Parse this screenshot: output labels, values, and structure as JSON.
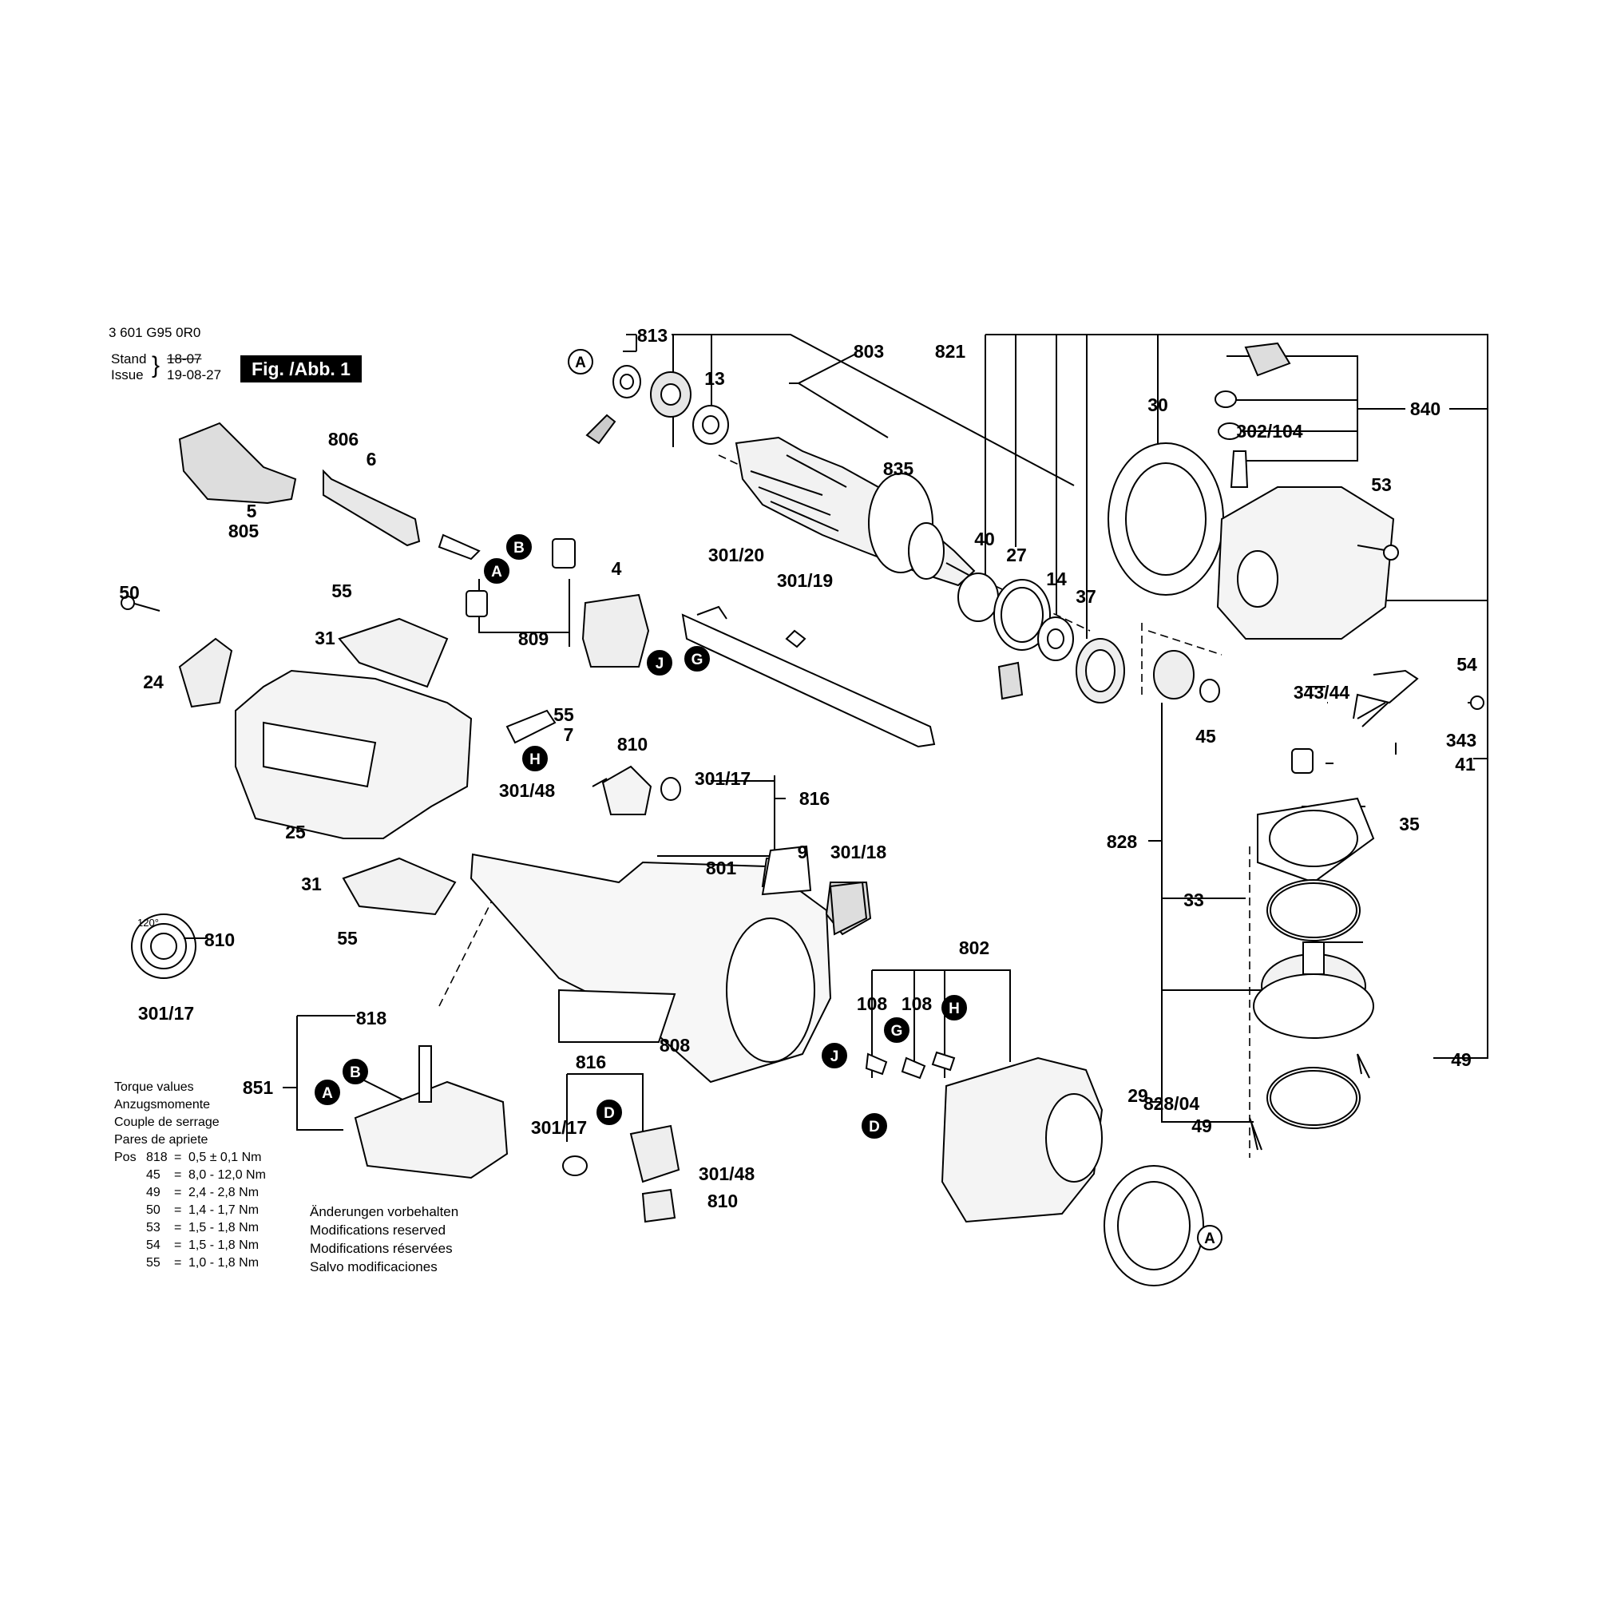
{
  "header": {
    "drawing_number": "3 601 G95 0R0",
    "stand_label": "Stand",
    "issue_label": "Issue",
    "stand_date": "18-07",
    "issue_date": "19-08-27",
    "figure_label": "Fig. /Abb. 1"
  },
  "torque": {
    "titles": [
      "Torque values",
      "Anzugsmomente",
      "Couple de serrage",
      "Pares de apriete"
    ],
    "pos_label": "Pos",
    "rows": [
      {
        "pos": "818",
        "value": "0,5 ± 0,1 Nm"
      },
      {
        "pos": "45",
        "value": "8,0 - 12,0 Nm"
      },
      {
        "pos": "49",
        "value": "2,4 - 2,8 Nm"
      },
      {
        "pos": "50",
        "value": "1,4 - 1,7 Nm"
      },
      {
        "pos": "53",
        "value": "1,5 - 1,8 Nm"
      },
      {
        "pos": "54",
        "value": "1,5 - 1,8 Nm"
      },
      {
        "pos": "55",
        "value": "1,0 - 1,8 Nm"
      }
    ]
  },
  "modifications": [
    "Änderungen vorbehalten",
    "Modifications reserved",
    "Modifications réservées",
    "Salvo modificaciones"
  ],
  "angle_label": "120°",
  "part_labels": [
    {
      "id": "813",
      "text": "813"
    },
    {
      "id": "13",
      "text": "13"
    },
    {
      "id": "803",
      "text": "803"
    },
    {
      "id": "835",
      "text": "835"
    },
    {
      "id": "821",
      "text": "821"
    },
    {
      "id": "30",
      "text": "30"
    },
    {
      "id": "302_104",
      "text": "302/104"
    },
    {
      "id": "840",
      "text": "840"
    },
    {
      "id": "53",
      "text": "53"
    },
    {
      "id": "40",
      "text": "40"
    },
    {
      "id": "27",
      "text": "27"
    },
    {
      "id": "14",
      "text": "14"
    },
    {
      "id": "37",
      "text": "37"
    },
    {
      "id": "806",
      "text": "806"
    },
    {
      "id": "6",
      "text": "6"
    },
    {
      "id": "5",
      "text": "5"
    },
    {
      "id": "805",
      "text": "805"
    },
    {
      "id": "4",
      "text": "4"
    },
    {
      "id": "301_20",
      "text": "301/20"
    },
    {
      "id": "301_19",
      "text": "301/19"
    },
    {
      "id": "50",
      "text": "50"
    },
    {
      "id": "55_a",
      "text": "55"
    },
    {
      "id": "31_a",
      "text": "31"
    },
    {
      "id": "24",
      "text": "24"
    },
    {
      "id": "809",
      "text": "809"
    },
    {
      "id": "54",
      "text": "54"
    },
    {
      "id": "343_44",
      "text": "343/44"
    },
    {
      "id": "45",
      "text": "45"
    },
    {
      "id": "343",
      "text": "343"
    },
    {
      "id": "41",
      "text": "41"
    },
    {
      "id": "55_b",
      "text": "55"
    },
    {
      "id": "7",
      "text": "7"
    },
    {
      "id": "810_a",
      "text": "810"
    },
    {
      "id": "301_48_a",
      "text": "301/48"
    },
    {
      "id": "301_17_a",
      "text": "301/17"
    },
    {
      "id": "816_a",
      "text": "816"
    },
    {
      "id": "25",
      "text": "25"
    },
    {
      "id": "35",
      "text": "35"
    },
    {
      "id": "828",
      "text": "828"
    },
    {
      "id": "9",
      "text": "9"
    },
    {
      "id": "301_18",
      "text": "301/18"
    },
    {
      "id": "801",
      "text": "801"
    },
    {
      "id": "31_b",
      "text": "31"
    },
    {
      "id": "33",
      "text": "33"
    },
    {
      "id": "810_b",
      "text": "810"
    },
    {
      "id": "55_c",
      "text": "55"
    },
    {
      "id": "301_17_b",
      "text": "301/17"
    },
    {
      "id": "802",
      "text": "802"
    },
    {
      "id": "818",
      "text": "818"
    },
    {
      "id": "108_a",
      "text": "108"
    },
    {
      "id": "108_b",
      "text": "108"
    },
    {
      "id": "816_b",
      "text": "816"
    },
    {
      "id": "808",
      "text": "808"
    },
    {
      "id": "49_a",
      "text": "49"
    },
    {
      "id": "851",
      "text": "851"
    },
    {
      "id": "29",
      "text": "29"
    },
    {
      "id": "828_04",
      "text": "828/04"
    },
    {
      "id": "49_b",
      "text": "49"
    },
    {
      "id": "301_17_c",
      "text": "301/17"
    },
    {
      "id": "301_48_b",
      "text": "301/48"
    },
    {
      "id": "810_c",
      "text": "810"
    }
  ],
  "markers": [
    {
      "id": "A1",
      "letter": "A",
      "style": "outline"
    },
    {
      "id": "B1",
      "letter": "B",
      "style": "filled"
    },
    {
      "id": "A2",
      "letter": "A",
      "style": "filled"
    },
    {
      "id": "J1",
      "letter": "J",
      "style": "filled"
    },
    {
      "id": "G1",
      "letter": "G",
      "style": "filled"
    },
    {
      "id": "H1",
      "letter": "H",
      "style": "filled"
    },
    {
      "id": "B2",
      "letter": "B",
      "style": "filled"
    },
    {
      "id": "A3",
      "letter": "A",
      "style": "filled"
    },
    {
      "id": "D1",
      "letter": "D",
      "style": "filled"
    },
    {
      "id": "H2",
      "letter": "H",
      "style": "filled"
    },
    {
      "id": "G2",
      "letter": "G",
      "style": "filled"
    },
    {
      "id": "J2",
      "letter": "J",
      "style": "filled"
    },
    {
      "id": "D2",
      "letter": "D",
      "style": "filled"
    },
    {
      "id": "A4",
      "letter": "A",
      "style": "outline"
    }
  ],
  "colors": {
    "ink": "#000000",
    "paper": "#ffffff",
    "shade": "#d9d9d9",
    "fig_bg": "#000000",
    "fig_fg": "#ffffff"
  }
}
